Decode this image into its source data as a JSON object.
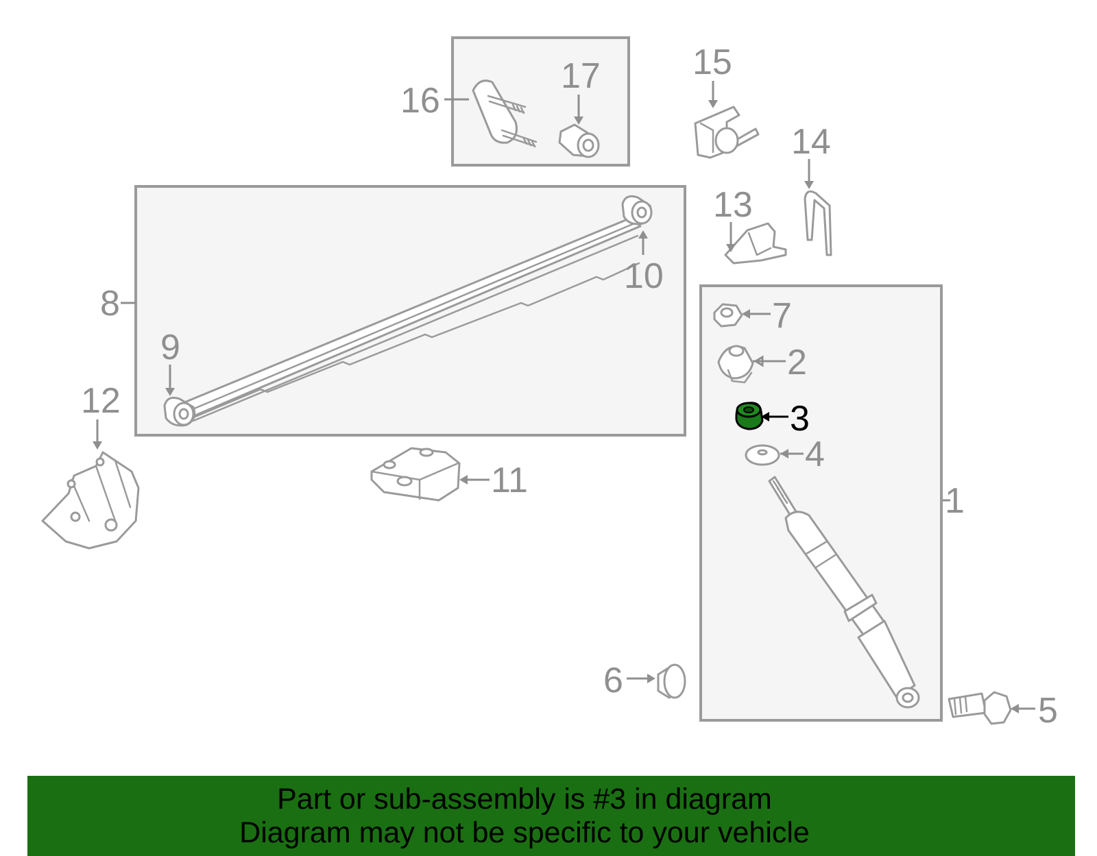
{
  "callouts": {
    "c1": "1",
    "c2": "2",
    "c3": "3",
    "c4": "4",
    "c5": "5",
    "c6": "6",
    "c7": "7",
    "c8": "8",
    "c9": "9",
    "c10": "10",
    "c11": "11",
    "c12": "12",
    "c13": "13",
    "c14": "14",
    "c15": "15",
    "c16": "16",
    "c17": "17"
  },
  "highlighted_part": "3",
  "banner": {
    "line1": "Part or sub-assembly is #3 in diagram",
    "line2": "Diagram may not be specific to your vehicle"
  },
  "colors": {
    "highlight_part": "#1a7a1a",
    "banner_background": "#1a6f12",
    "line_art": "#9a9a9a",
    "group_box_fill": "#f5f5f5"
  }
}
